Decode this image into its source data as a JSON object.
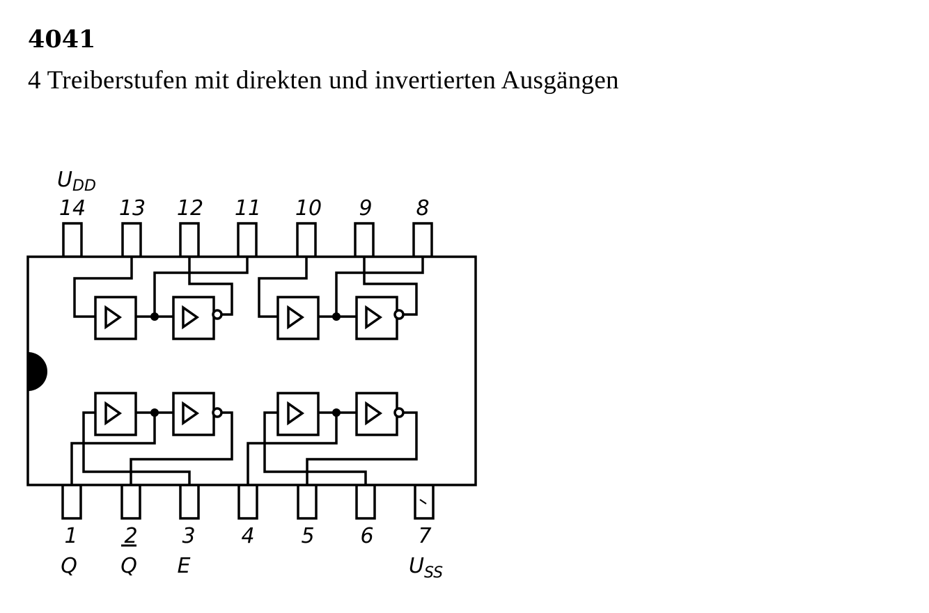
{
  "header": {
    "title": "4041",
    "subtitle": "4 Treiberstufen mit direkten und invertierten Ausgängen"
  },
  "diagram": {
    "top_pins": [
      "14",
      "13",
      "12",
      "11",
      "10",
      "9",
      "8"
    ],
    "bottom_pins": [
      "1",
      "2",
      "3",
      "4",
      "5",
      "6",
      "7"
    ],
    "supply_top": {
      "main": "U",
      "sub": "DD"
    },
    "supply_bottom": {
      "main": "U",
      "sub": "SS"
    },
    "pin_labels": {
      "pin1": "Q",
      "pin2": "Q",
      "pin3": "E"
    }
  }
}
